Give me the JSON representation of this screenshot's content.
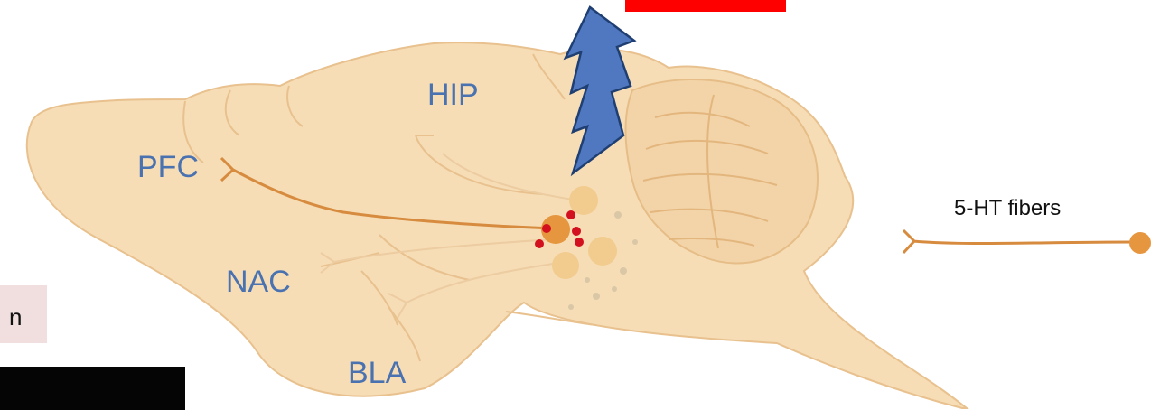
{
  "labels": {
    "hip": "HIP",
    "pfc": "PFC",
    "nac": "NAC",
    "bla": "BLA"
  },
  "legend": {
    "fiber_label": "5-HT fibers"
  },
  "partial_text": "n",
  "colors": {
    "brain_fill": "#f6ddb6",
    "brain_line": "#e8c18e",
    "fiber": "#d78b3e",
    "lightning_fill": "#4f78c0",
    "lightning_stroke": "#1f3f73",
    "red_dot": "#d3101e",
    "red_box": "#ff0000"
  }
}
